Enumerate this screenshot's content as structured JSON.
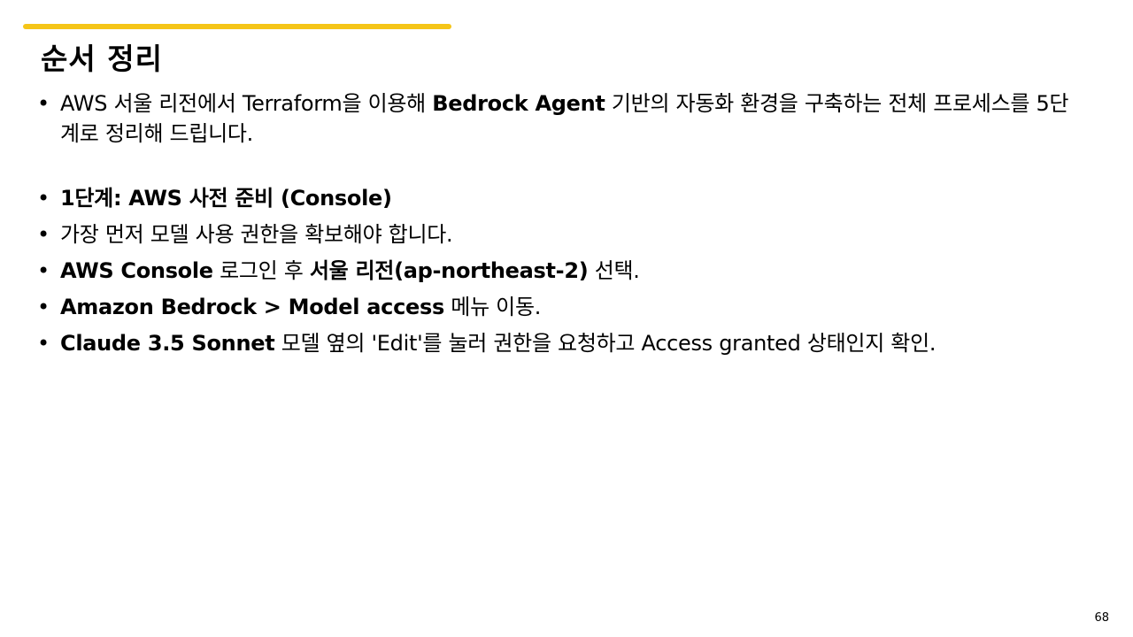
{
  "slide": {
    "title": "순서 정리",
    "page_number": "68",
    "accent_color": "#F5C518"
  },
  "bullets": [
    {
      "parts": [
        {
          "text": "AWS 서울 리전에서 Terraform을 이용해 ",
          "bold": false
        },
        {
          "text": "Bedrock Agent",
          "bold": true
        },
        {
          "text": " 기반의 자동화 환경을 구축하는 전체 프로세스를 5단계로 정리해 드립니다.",
          "bold": false
        }
      ]
    },
    {
      "parts": [
        {
          "text": "1단계: AWS 사전 준비 (Console)",
          "bold": true
        }
      ]
    },
    {
      "parts": [
        {
          "text": "가장 먼저 모델 사용 권한을 확보해야 합니다.",
          "bold": false
        }
      ]
    },
    {
      "parts": [
        {
          "text": "AWS Console",
          "bold": true
        },
        {
          "text": " 로그인 후 ",
          "bold": false
        },
        {
          "text": "서울 리전",
          "bold": true
        },
        {
          "text": "(ap-northeast-2)",
          "bold": true
        },
        {
          "text": " 선택.",
          "bold": false
        }
      ]
    },
    {
      "parts": [
        {
          "text": "Amazon Bedrock > Model access",
          "bold": true
        },
        {
          "text": " 메뉴 이동.",
          "bold": false
        }
      ]
    },
    {
      "parts": [
        {
          "text": "Claude 3.5 Sonnet",
          "bold": true
        },
        {
          "text": " 모델 옆의 'Edit'를 눌러 권한을 요청하고 Access granted 상태인지 확인.",
          "bold": false
        }
      ]
    }
  ]
}
